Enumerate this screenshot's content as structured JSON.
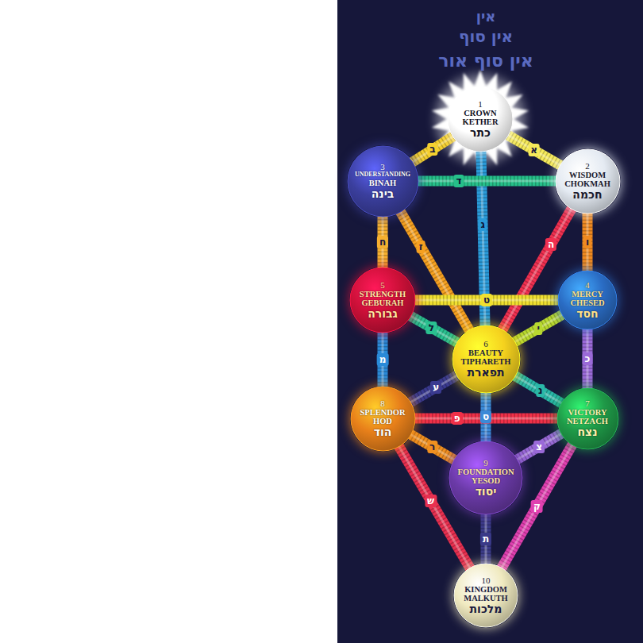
{
  "diagram": {
    "nodes": [
      {
        "text": [
          "1",
          "CROWN",
          "KETHER",
          "כתר"
        ]
      },
      {
        "text": [
          "3",
          "UNDERSTANDING",
          "BINAH",
          "בינה"
        ]
      },
      {
        "text": [
          "2",
          "WISDOM",
          "CHOKMAH",
          "חכמה"
        ]
      },
      {
        "text": [
          "5",
          "STRENGTH",
          "GEBURAH",
          "גבורה"
        ]
      },
      {
        "text": [
          "4",
          "MERCY",
          "CHESED",
          "חסד"
        ]
      },
      {
        "text": [
          "6",
          "BEAUTY",
          "TIPHARETH",
          "תפארת"
        ]
      },
      {
        "text": [
          "8",
          "SPLENDOR",
          "HOD",
          "הוד"
        ]
      },
      {
        "text": [
          "7",
          "VICTORY",
          "NETZACH",
          "נצח"
        ]
      },
      {
        "text": [
          "9",
          "FOUNDATION",
          "YESOD",
          "יסוד"
        ]
      },
      {
        "text": [
          "10",
          "KINGDOM",
          "MALKUTH",
          "מלכות"
        ]
      }
    ],
    "edges": [
      {
        "from": 0,
        "to": 2,
        "arrow": "none",
        "label": "א"
      },
      {
        "from": 0,
        "to": 1,
        "arrow": "none",
        "label": "ב"
      },
      {
        "from": 0,
        "to": 5,
        "arrow": "none",
        "label": "ג"
      },
      {
        "from": 1,
        "to": 2,
        "arrow": "none",
        "label": "ד"
      },
      {
        "from": 2,
        "to": 5,
        "arrow": "none",
        "label": "ה"
      },
      {
        "from": 2,
        "to": 4,
        "arrow": "none",
        "label": "ו"
      },
      {
        "from": 1,
        "to": 5,
        "arrow": "none",
        "label": "ז"
      },
      {
        "from": 1,
        "to": 3,
        "arrow": "none",
        "label": "ח"
      },
      {
        "from": 3,
        "to": 4,
        "arrow": "none",
        "label": "ט"
      },
      {
        "from": 4,
        "to": 5,
        "arrow": "none",
        "label": "י"
      },
      {
        "from": 4,
        "to": 7,
        "arrow": "none",
        "label": "כ"
      },
      {
        "from": 3,
        "to": 5,
        "arrow": "none",
        "label": "ל"
      },
      {
        "from": 3,
        "to": 6,
        "arrow": "none",
        "label": "מ"
      },
      {
        "from": 5,
        "to": 7,
        "arrow": "none",
        "label": "נ"
      },
      {
        "from": 5,
        "to": 8,
        "arrow": "none",
        "label": "ס"
      },
      {
        "from": 5,
        "to": 6,
        "arrow": "none",
        "label": "ע"
      },
      {
        "from": 6,
        "to": 7,
        "arrow": "none",
        "label": "פ"
      },
      {
        "from": 7,
        "to": 8,
        "arrow": "none",
        "label": "צ"
      },
      {
        "from": 7,
        "to": 9,
        "arrow": "none",
        "label": "ק"
      },
      {
        "from": 6,
        "to": 8,
        "arrow": "none",
        "label": "ר"
      },
      {
        "from": 6,
        "to": 9,
        "arrow": "none",
        "label": "ש"
      },
      {
        "from": 8,
        "to": 9,
        "arrow": "none",
        "label": "ת"
      }
    ],
    "labels": [
      "אין",
      "אין סוף",
      "אין סוף אור"
    ]
  }
}
